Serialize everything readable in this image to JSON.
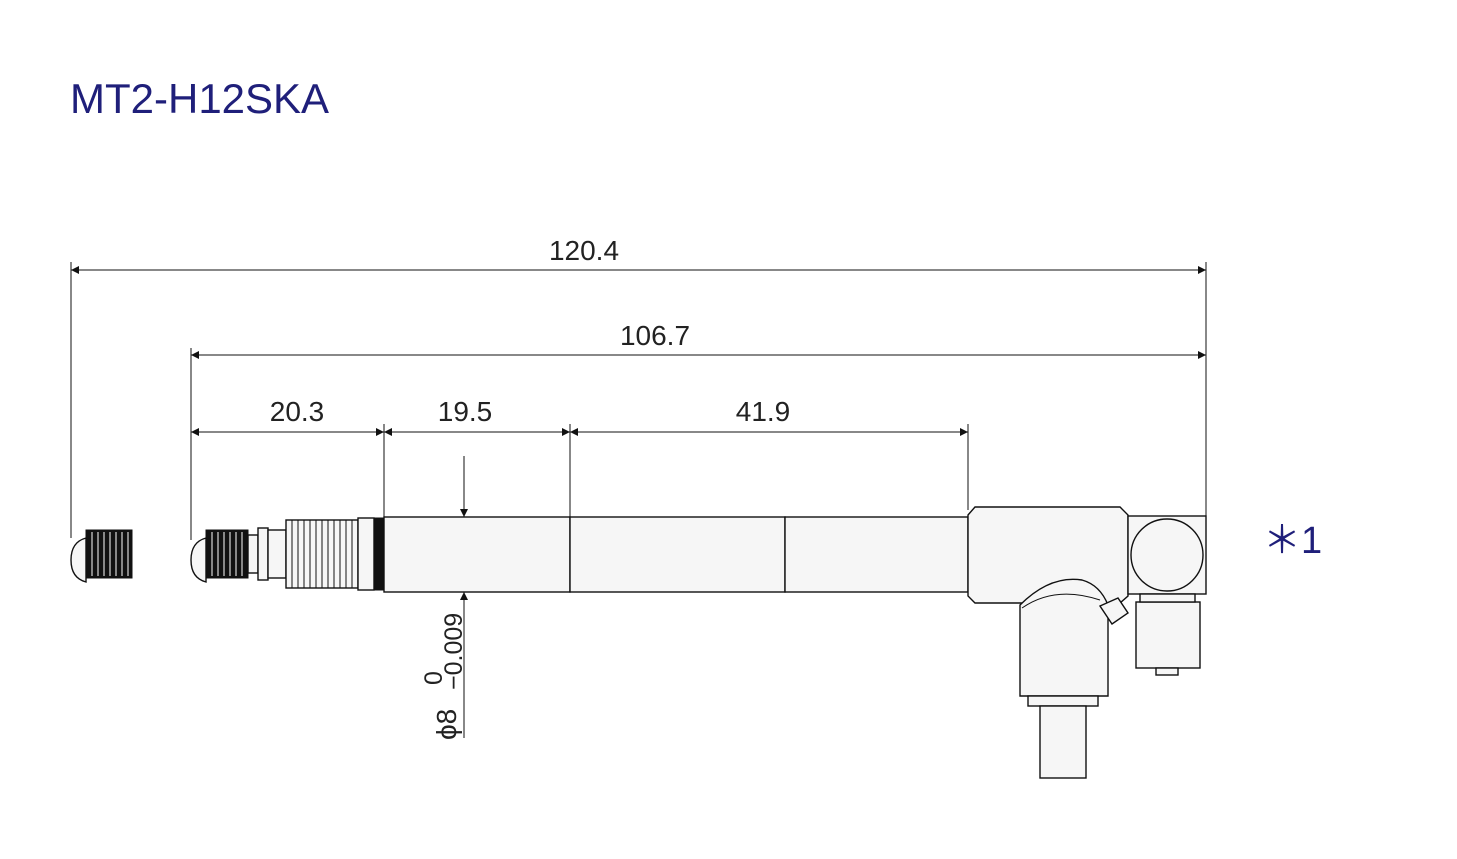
{
  "title": "MT2-H12SKA",
  "note": "＊1",
  "dimensions": {
    "overall_with_cap": "120.4",
    "overall": "106.7",
    "tip_length": "20.3",
    "body_section": "19.5",
    "tube_section": "41.9",
    "diameter": "ϕ8",
    "tolerance_upper": "0",
    "tolerance_lower": "−0.009"
  },
  "colors": {
    "title": "#1f1f7a",
    "lines": "#111111",
    "body_fill": "#f6f6f6"
  }
}
